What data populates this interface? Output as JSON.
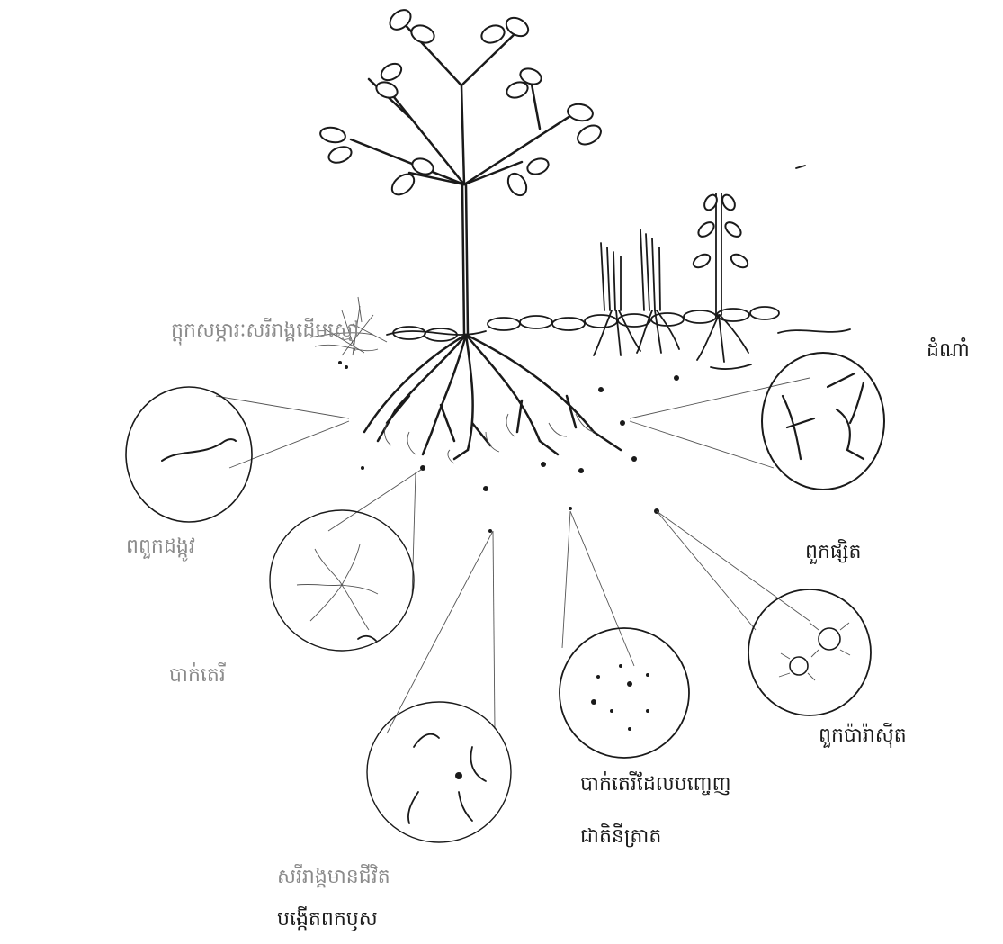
{
  "labels": {
    "residue": "ក្ដុក​សម្ភារៈ​សរីរាង្គ​ដើម​ស្មៅ",
    "crop": "ដំណាំ",
    "nematode": "ពពួក​ដង្កូវ",
    "fungi": "ពួក​ផ្សិត",
    "bacteria": "បាក់តេរី",
    "organism": "សរីរាង្គ​មាន​ជីវិត",
    "nodules": "បង្កើត​ពក​ឫស",
    "n_fix_bacteria": "បាក់តេរី​ដែល​បញ្ចេញ",
    "n_fix_bacteria_2": "ជាតិ​នីត្រាត",
    "mites": "ពួក​ប៉ារ៉ាស៊ីត"
  },
  "colors": {
    "ink": "#1a1a1a",
    "faint": "#8a8a8a"
  }
}
